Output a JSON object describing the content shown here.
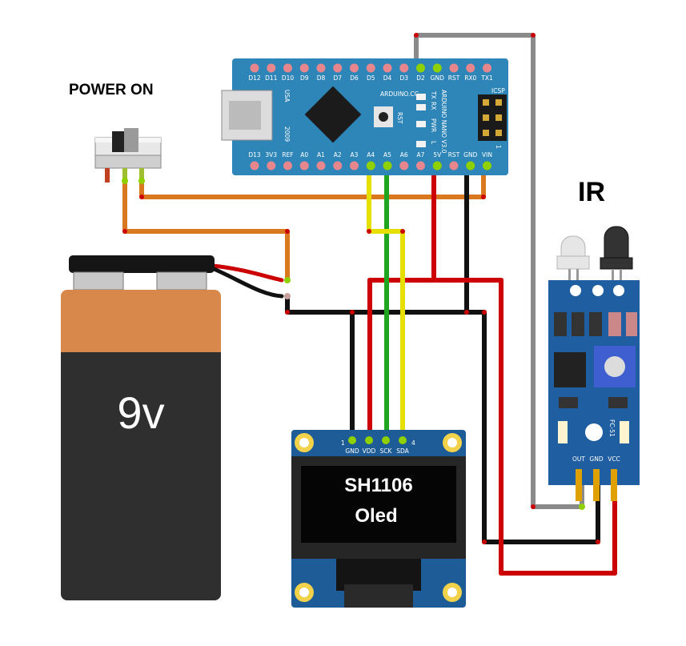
{
  "labels": {
    "power": "POWER ON",
    "ir": "IR",
    "battery": "9v",
    "oled_line1": "SH1106",
    "oled_line2": "Oled"
  },
  "arduino": {
    "top_pins": [
      "D12",
      "D11",
      "D10",
      "D9",
      "D8",
      "D7",
      "D6",
      "D5",
      "D4",
      "D3",
      "D2",
      "GND",
      "RST",
      "RX0",
      "TX1"
    ],
    "bottom_pins": [
      "D13",
      "3V3",
      "REF",
      "A0",
      "A1",
      "A2",
      "A3",
      "A4",
      "A5",
      "A6",
      "A7",
      "5V",
      "RST",
      "GND",
      "VIN"
    ],
    "usa": "USA",
    "year": "2009",
    "brand": "ARDUINO.CC",
    "model": "ARDUINO NANO V3.0",
    "rst": "RST",
    "icsp": "ICSP",
    "led_tx": "TX",
    "led_rx": "RX",
    "led_pwr": "PWR",
    "led_l": "L",
    "icsp_num": "1"
  },
  "oled_pins": [
    "GND",
    "VDD",
    "SCK",
    "SDA"
  ],
  "oled_pin_first": "1",
  "oled_pin_last": "4",
  "ir_module": {
    "pins": [
      "OUT",
      "GND",
      "VCC"
    ],
    "model": "FC-51"
  },
  "colors": {
    "board_blue": "#2e86b8",
    "wire_red": "#cc0000",
    "wire_black": "#111111",
    "wire_green": "#1fa51f",
    "wire_yellow": "#e6e000",
    "wire_orange": "#d9781e",
    "wire_gray": "#8a8a8a"
  }
}
